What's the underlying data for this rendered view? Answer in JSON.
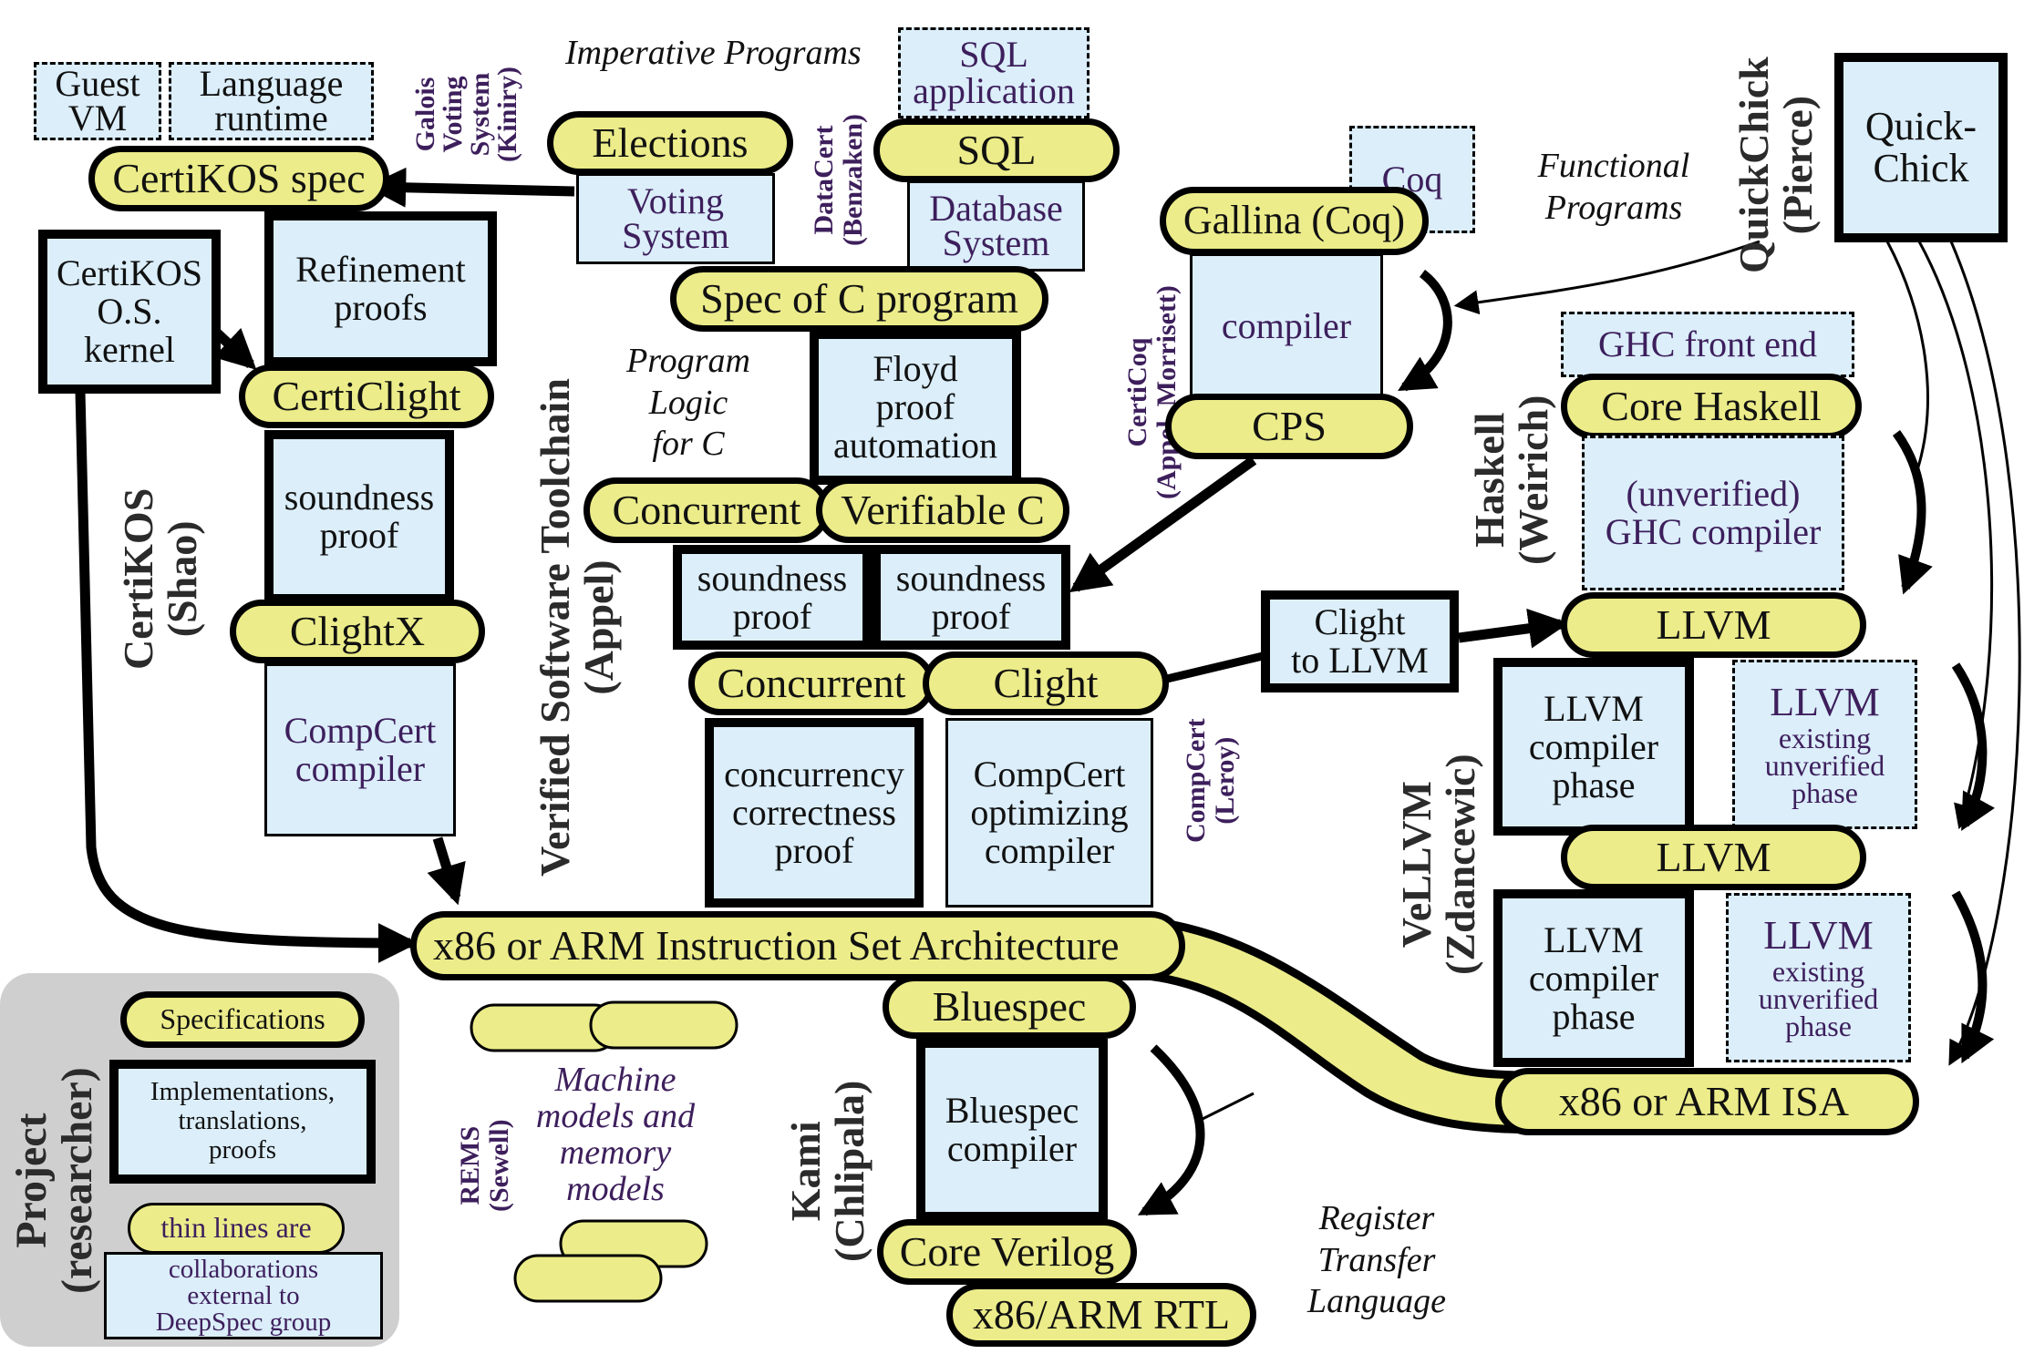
{
  "top_labels": {
    "imperative": "Imperative Programs",
    "functional": [
      "Functional",
      "Programs"
    ],
    "program_logic": [
      "Program",
      "Logic",
      "for C"
    ],
    "machine_models": [
      "Machine",
      "models and",
      "memory",
      "models"
    ],
    "rtl": [
      "Register",
      "Transfer",
      "Language"
    ]
  },
  "vertical_labels": {
    "certikos": [
      "CertiKOS",
      "(Shao)"
    ],
    "vst": [
      "Verified Software Toolchain",
      "(Appel)"
    ],
    "galois": [
      "Galois",
      "Voting",
      "System",
      "(Kiniry)"
    ],
    "datacert": [
      "DataCert",
      "(Benzaken)"
    ],
    "certicoq": [
      "CertiCoq",
      "(Appel, Morrisett)"
    ],
    "compcert": [
      "CompCert",
      "(Leroy)"
    ],
    "quickchick": [
      "QuickChick",
      "(Pierce)"
    ],
    "haskell": [
      "Haskell",
      "(Weirich)"
    ],
    "vellvm": [
      "VeLLVM",
      "(Zdancewic)"
    ],
    "kami": [
      "Kami",
      "(Chlipala)"
    ],
    "rems": [
      "REMS",
      "(Sewell)"
    ],
    "project": [
      "Project",
      "(researcher)"
    ]
  },
  "nodes": {
    "guest_vm": [
      "Guest",
      "VM"
    ],
    "language_runtime": [
      "Language",
      "runtime"
    ],
    "certikos_spec": "CertiKOS spec",
    "certikos_kernel": [
      "CertiKOS",
      "O.S.",
      "kernel"
    ],
    "refinement_proofs": [
      "Refinement",
      "proofs"
    ],
    "certiclight": "CertiClight",
    "soundness_left": [
      "soundness",
      "proof"
    ],
    "clightx": "ClightX",
    "compcert_compiler_left": [
      "CompCert",
      "compiler"
    ],
    "elections": "Elections",
    "voting_system": [
      "Voting",
      "System"
    ],
    "sql_application": [
      "SQL",
      "application"
    ],
    "sql": "SQL",
    "database_system": [
      "Database",
      "System"
    ],
    "spec_c_program": "Spec of C program",
    "floyd": [
      "Floyd",
      "proof",
      "automation"
    ],
    "concurrent_top": "Concurrent",
    "verifiable_c": "Verifiable C",
    "soundness_mid_a": [
      "soundness",
      "proof"
    ],
    "soundness_mid_b": [
      "soundness",
      "proof"
    ],
    "concurrent_bottom": "Concurrent",
    "clight": "Clight",
    "concurrency_correctness": [
      "concurrency",
      "correctness",
      "proof"
    ],
    "compcert_optimizing": [
      "CompCert",
      "optimizing",
      "compiler"
    ],
    "coq": "Coq",
    "gallina": "Gallina (Coq)",
    "compiler": "compiler",
    "cps": "CPS",
    "clight_to_llvm": [
      "Clight",
      "to LLVM"
    ],
    "quickchick_box": [
      "Quick-",
      "Chick"
    ],
    "ghc_front_end": "GHC front end",
    "core_haskell": "Core Haskell",
    "ghc_compiler": [
      "(unverified)",
      "GHC compiler"
    ],
    "llvm_1": "LLVM",
    "llvm_phase_1": [
      "LLVM",
      "compiler",
      "phase"
    ],
    "llvm_existing_1": [
      "LLVM",
      "existing",
      "unverified",
      "phase"
    ],
    "llvm_2": "LLVM",
    "llvm_phase_2": [
      "LLVM",
      "compiler",
      "phase"
    ],
    "llvm_existing_2": [
      "LLVM",
      "existing",
      "unverified",
      "phase"
    ],
    "isa_main": "x86 or ARM Instruction Set Architecture",
    "isa_right": "x86 or ARM ISA",
    "bluespec": "Bluespec",
    "bluespec_compiler": [
      "Bluespec",
      "compiler"
    ],
    "core_verilog": "Core Verilog",
    "rtl": "x86/ARM RTL"
  },
  "legend": {
    "specifications": "Specifications",
    "implementations": [
      "Implementations,",
      "translations,",
      "proofs"
    ],
    "thin_lines": "thin lines are",
    "collaborations": [
      "collaborations",
      "external to",
      "DeepSpec group"
    ]
  },
  "colors": {
    "spec_fill": "#ecec8a",
    "impl_fill": "#dbeefa",
    "label_purple": "#3d1f5c",
    "legend_bg": "#cfcfcf"
  }
}
